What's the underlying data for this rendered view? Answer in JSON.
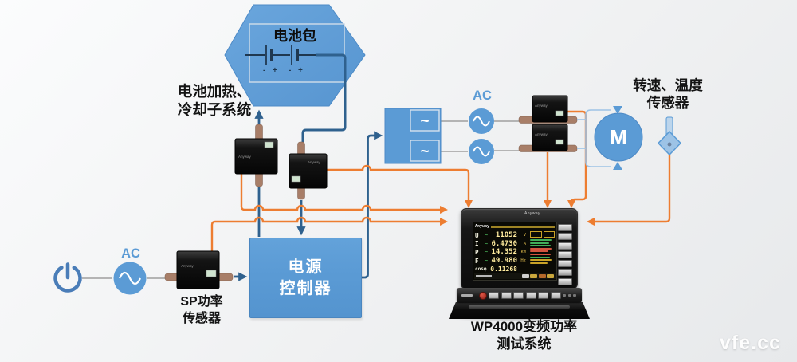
{
  "watermark": {
    "text": "vfe.cc"
  },
  "battery": {
    "title": "电池包",
    "minus": "-",
    "plus": "+"
  },
  "subsystem": {
    "line1": "电池加热、",
    "line2": "冷却子系统"
  },
  "ac_top": {
    "label": "AC"
  },
  "ac_main": {
    "label": "AC"
  },
  "inverter": {
    "symbol": "~"
  },
  "motor": {
    "label": "M"
  },
  "speed_temp": {
    "line1": "转速、温度",
    "line2": "传感器"
  },
  "sp_sensor": {
    "line1": "SP功率",
    "line2": "传感器"
  },
  "controller": {
    "line1": "电源",
    "line2": "控制器"
  },
  "caption": {
    "line1": "WP4000变频功率",
    "line2": "测试系统"
  },
  "sensor_brand": "Anyway",
  "analyzer": {
    "bezel_brand": "Anyway",
    "screen_brand": "Anyway",
    "readings": [
      {
        "label": "U",
        "tilde": "~",
        "value": "11052",
        "unit": "V"
      },
      {
        "label": "I",
        "tilde": "~",
        "value": "6.4730",
        "unit": "A"
      },
      {
        "label": "P",
        "tilde": "~",
        "value": "14.352",
        "unit": "kW"
      },
      {
        "label": "F",
        "tilde": "~",
        "value": "49.980",
        "unit": "Hz"
      },
      {
        "label": "cosφ",
        "tilde": "",
        "value": "0.11268",
        "unit": ""
      }
    ]
  },
  "colors": {
    "shape_blue": "#5B9BD5",
    "connector_blue": "#2F618E",
    "connector_orange": "#ED7D31",
    "connector_light_blue": "#9DC3E6",
    "connector_gray": "#ABABAB",
    "rod_brown": "#A87E68"
  }
}
